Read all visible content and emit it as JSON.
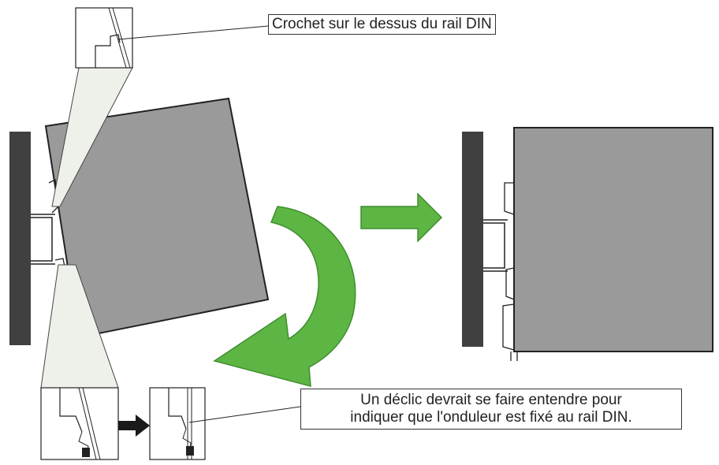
{
  "callouts": {
    "top_label": "Crochet sur le dessus du rail DIN",
    "bottom_label_line1": "Un déclic devrait se faire entendre pour",
    "bottom_label_line2": "indiquer que l'onduleur est fixé au rail DIN."
  },
  "colors": {
    "wall": "#404040",
    "device_body": "#9a9a9a",
    "device_outline": "#222222",
    "arrow_green": "#5db544",
    "arrow_green_edge": "#3f8f2e",
    "magnifier_fill": "#eef1ea"
  },
  "icons": {
    "rotate_arrow": "curved-arrow-clockwise-icon",
    "next_arrow": "right-arrow-icon",
    "click_arrow": "black-right-arrow-icon"
  }
}
